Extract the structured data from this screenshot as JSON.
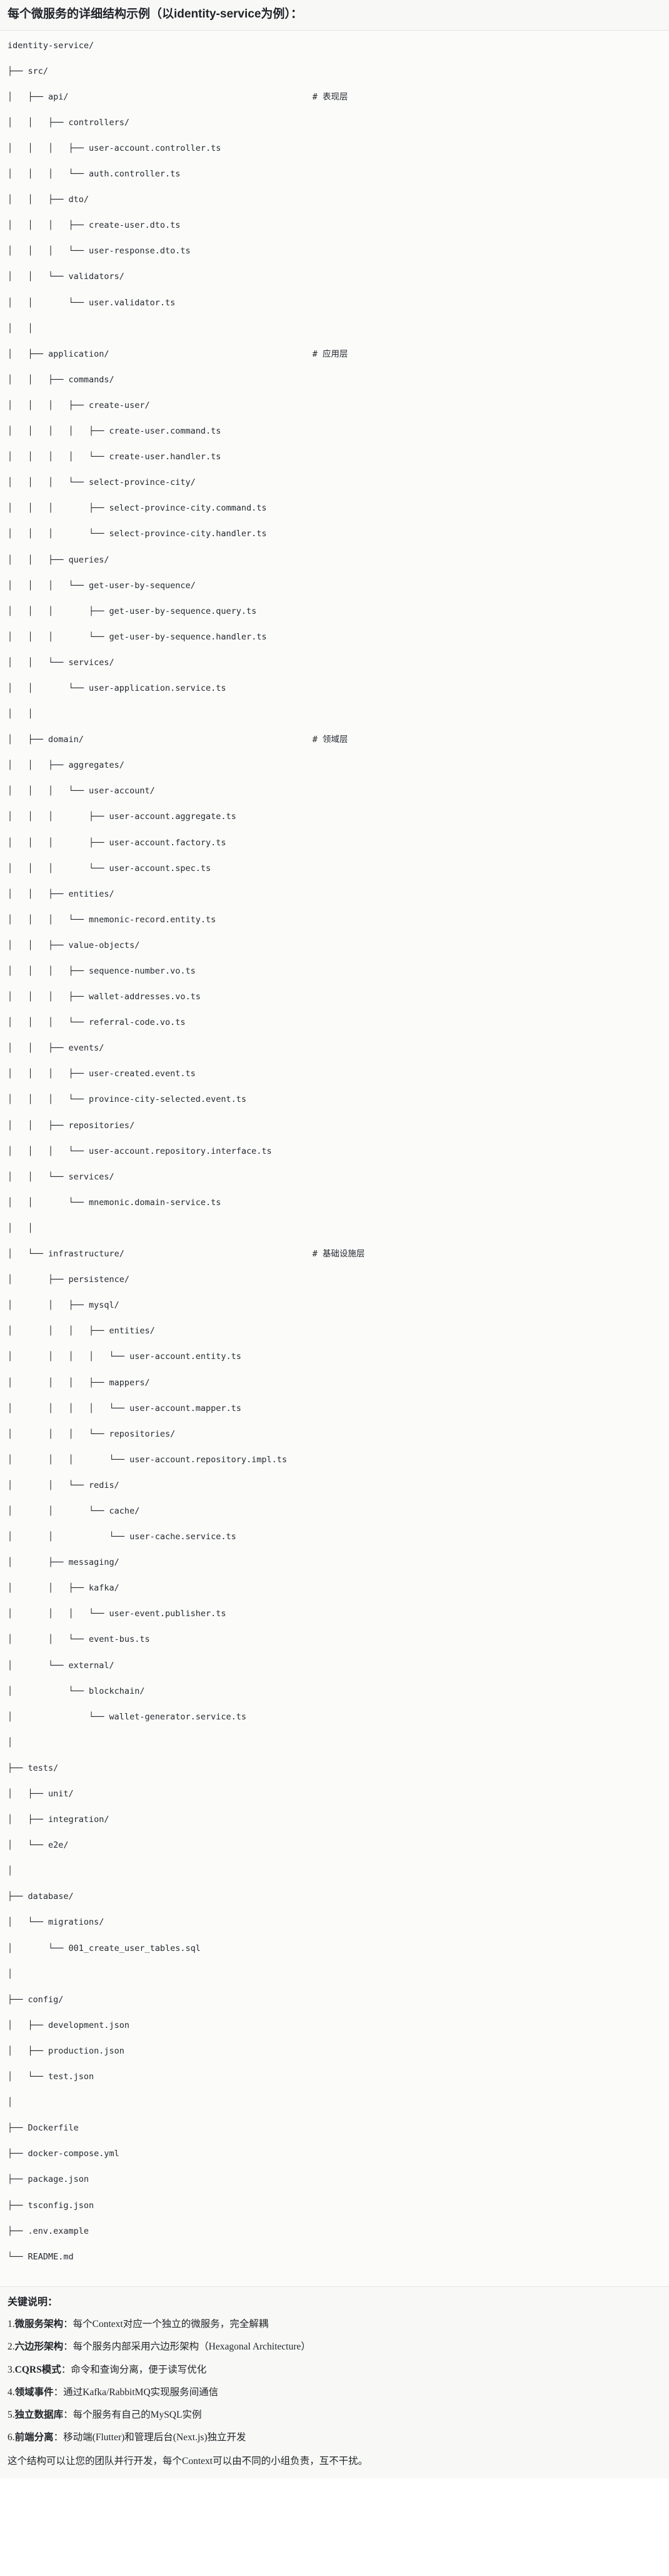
{
  "title": "每个微服务的详细结构示例（以identity-service为例）：",
  "tree": {
    "comment_column": 60,
    "lines": [
      {
        "text": "identity-service/",
        "comment": ""
      },
      {
        "text": "├── src/",
        "comment": ""
      },
      {
        "text": "│   ├── api/",
        "comment": "# 表现层"
      },
      {
        "text": "│   │   ├── controllers/",
        "comment": ""
      },
      {
        "text": "│   │   │   ├── user-account.controller.ts",
        "comment": ""
      },
      {
        "text": "│   │   │   └── auth.controller.ts",
        "comment": ""
      },
      {
        "text": "│   │   ├── dto/",
        "comment": ""
      },
      {
        "text": "│   │   │   ├── create-user.dto.ts",
        "comment": ""
      },
      {
        "text": "│   │   │   └── user-response.dto.ts",
        "comment": ""
      },
      {
        "text": "│   │   └── validators/",
        "comment": ""
      },
      {
        "text": "│   │       └── user.validator.ts",
        "comment": ""
      },
      {
        "text": "│   │",
        "comment": ""
      },
      {
        "text": "│   ├── application/",
        "comment": "# 应用层"
      },
      {
        "text": "│   │   ├── commands/",
        "comment": ""
      },
      {
        "text": "│   │   │   ├── create-user/",
        "comment": ""
      },
      {
        "text": "│   │   │   │   ├── create-user.command.ts",
        "comment": ""
      },
      {
        "text": "│   │   │   │   └── create-user.handler.ts",
        "comment": ""
      },
      {
        "text": "│   │   │   └── select-province-city/",
        "comment": ""
      },
      {
        "text": "│   │   │       ├── select-province-city.command.ts",
        "comment": ""
      },
      {
        "text": "│   │   │       └── select-province-city.handler.ts",
        "comment": ""
      },
      {
        "text": "│   │   ├── queries/",
        "comment": ""
      },
      {
        "text": "│   │   │   └── get-user-by-sequence/",
        "comment": ""
      },
      {
        "text": "│   │   │       ├── get-user-by-sequence.query.ts",
        "comment": ""
      },
      {
        "text": "│   │   │       └── get-user-by-sequence.handler.ts",
        "comment": ""
      },
      {
        "text": "│   │   └── services/",
        "comment": ""
      },
      {
        "text": "│   │       └── user-application.service.ts",
        "comment": ""
      },
      {
        "text": "│   │",
        "comment": ""
      },
      {
        "text": "│   ├── domain/",
        "comment": "# 领域层"
      },
      {
        "text": "│   │   ├── aggregates/",
        "comment": ""
      },
      {
        "text": "│   │   │   └── user-account/",
        "comment": ""
      },
      {
        "text": "│   │   │       ├── user-account.aggregate.ts",
        "comment": ""
      },
      {
        "text": "│   │   │       ├── user-account.factory.ts",
        "comment": ""
      },
      {
        "text": "│   │   │       └── user-account.spec.ts",
        "comment": ""
      },
      {
        "text": "│   │   ├── entities/",
        "comment": ""
      },
      {
        "text": "│   │   │   └── mnemonic-record.entity.ts",
        "comment": ""
      },
      {
        "text": "│   │   ├── value-objects/",
        "comment": ""
      },
      {
        "text": "│   │   │   ├── sequence-number.vo.ts",
        "comment": ""
      },
      {
        "text": "│   │   │   ├── wallet-addresses.vo.ts",
        "comment": ""
      },
      {
        "text": "│   │   │   └── referral-code.vo.ts",
        "comment": ""
      },
      {
        "text": "│   │   ├── events/",
        "comment": ""
      },
      {
        "text": "│   │   │   ├── user-created.event.ts",
        "comment": ""
      },
      {
        "text": "│   │   │   └── province-city-selected.event.ts",
        "comment": ""
      },
      {
        "text": "│   │   ├── repositories/",
        "comment": ""
      },
      {
        "text": "│   │   │   └── user-account.repository.interface.ts",
        "comment": ""
      },
      {
        "text": "│   │   └── services/",
        "comment": ""
      },
      {
        "text": "│   │       └── mnemonic.domain-service.ts",
        "comment": ""
      },
      {
        "text": "│   │",
        "comment": ""
      },
      {
        "text": "│   └── infrastructure/",
        "comment": "# 基础设施层"
      },
      {
        "text": "│       ├── persistence/",
        "comment": ""
      },
      {
        "text": "│       │   ├── mysql/",
        "comment": ""
      },
      {
        "text": "│       │   │   ├── entities/",
        "comment": ""
      },
      {
        "text": "│       │   │   │   └── user-account.entity.ts",
        "comment": ""
      },
      {
        "text": "│       │   │   ├── mappers/",
        "comment": ""
      },
      {
        "text": "│       │   │   │   └── user-account.mapper.ts",
        "comment": ""
      },
      {
        "text": "│       │   │   └── repositories/",
        "comment": ""
      },
      {
        "text": "│       │   │       └── user-account.repository.impl.ts",
        "comment": ""
      },
      {
        "text": "│       │   └── redis/",
        "comment": ""
      },
      {
        "text": "│       │       └── cache/",
        "comment": ""
      },
      {
        "text": "│       │           └── user-cache.service.ts",
        "comment": ""
      },
      {
        "text": "│       ├── messaging/",
        "comment": ""
      },
      {
        "text": "│       │   ├── kafka/",
        "comment": ""
      },
      {
        "text": "│       │   │   └── user-event.publisher.ts",
        "comment": ""
      },
      {
        "text": "│       │   └── event-bus.ts",
        "comment": ""
      },
      {
        "text": "│       └── external/",
        "comment": ""
      },
      {
        "text": "│           └── blockchain/",
        "comment": ""
      },
      {
        "text": "│               └── wallet-generator.service.ts",
        "comment": ""
      },
      {
        "text": "│",
        "comment": ""
      },
      {
        "text": "├── tests/",
        "comment": ""
      },
      {
        "text": "│   ├── unit/",
        "comment": ""
      },
      {
        "text": "│   ├── integration/",
        "comment": ""
      },
      {
        "text": "│   └── e2e/",
        "comment": ""
      },
      {
        "text": "│",
        "comment": ""
      },
      {
        "text": "├── database/",
        "comment": ""
      },
      {
        "text": "│   └── migrations/",
        "comment": ""
      },
      {
        "text": "│       └── 001_create_user_tables.sql",
        "comment": ""
      },
      {
        "text": "│",
        "comment": ""
      },
      {
        "text": "├── config/",
        "comment": ""
      },
      {
        "text": "│   ├── development.json",
        "comment": ""
      },
      {
        "text": "│   ├── production.json",
        "comment": ""
      },
      {
        "text": "│   └── test.json",
        "comment": ""
      },
      {
        "text": "│",
        "comment": ""
      },
      {
        "text": "├── Dockerfile",
        "comment": ""
      },
      {
        "text": "├── docker-compose.yml",
        "comment": ""
      },
      {
        "text": "├── package.json",
        "comment": ""
      },
      {
        "text": "├── tsconfig.json",
        "comment": ""
      },
      {
        "text": "├── .env.example",
        "comment": ""
      },
      {
        "text": "└── README.md",
        "comment": ""
      }
    ]
  },
  "notes": {
    "title": "关键说明：",
    "items": [
      {
        "num": "1.",
        "term": "微服务架构",
        "sep": "：",
        "desc": "每个Context对应一个独立的微服务，完全解耦"
      },
      {
        "num": "2.",
        "term": "六边形架构",
        "sep": "：",
        "desc": "每个服务内部采用六边形架构（Hexagonal Architecture）"
      },
      {
        "num": "3.",
        "term": "CQRS模式",
        "sep": "：",
        "desc": "命令和查询分离，便于读写优化"
      },
      {
        "num": "4.",
        "term": "领域事件",
        "sep": "：",
        "desc": "通过Kafka/RabbitMQ实现服务间通信"
      },
      {
        "num": "5.",
        "term": "独立数据库",
        "sep": "：",
        "desc": "每个服务有自己的MySQL实例"
      },
      {
        "num": "6.",
        "term": "前端分离",
        "sep": "：",
        "desc": "移动端(Flutter)和管理后台(Next.js)独立开发"
      }
    ],
    "closing": "这个结构可以让您的团队并行开发，每个Context可以由不同的小组负责，互不干扰。"
  }
}
